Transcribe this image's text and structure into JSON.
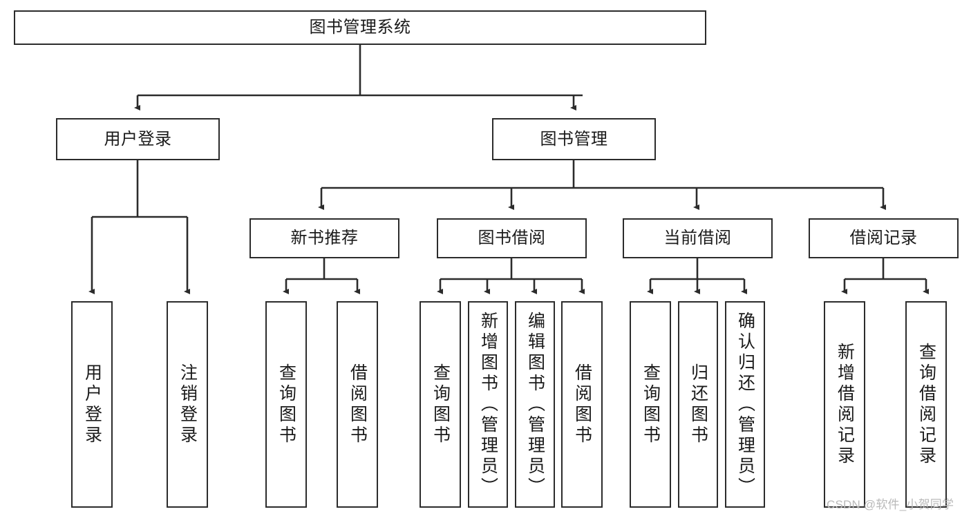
{
  "diagram": {
    "title": "图书管理系统",
    "type": "tree-hierarchy-chart",
    "watermark": "CSDN @软件_小贺同学",
    "colors": {
      "box_border": "#2b2b2b",
      "box_fill": "#ffffff",
      "edge": "#2b2b2b",
      "text": "#1a1a1a",
      "watermark": "#b9b9b9",
      "background": "#ffffff"
    },
    "nodes": {
      "root": {
        "label": "图书管理系统"
      },
      "level2": [
        {
          "label": "用户登录"
        },
        {
          "label": "图书管理"
        }
      ],
      "level3": [
        {
          "label": "新书推荐"
        },
        {
          "label": "图书借阅"
        },
        {
          "label": "当前借阅"
        },
        {
          "label": "借阅记录"
        }
      ],
      "leaves": {
        "user_login": [
          {
            "label": "用户登录"
          },
          {
            "label": "注销登录"
          }
        ],
        "new_book_recommend": [
          {
            "label": "查询图书"
          },
          {
            "label": "借阅图书"
          }
        ],
        "book_borrow": [
          {
            "label": "查询图书"
          },
          {
            "label": "新增图书（管理员）"
          },
          {
            "label": "编辑图书（管理员）"
          },
          {
            "label": "借阅图书"
          }
        ],
        "current_borrow": [
          {
            "label": "查询图书"
          },
          {
            "label": "归还图书"
          },
          {
            "label": "确认归还（管理员）"
          }
        ],
        "borrow_record": [
          {
            "label": "新增借阅记录"
          },
          {
            "label": "查询借阅记录"
          }
        ]
      }
    }
  }
}
